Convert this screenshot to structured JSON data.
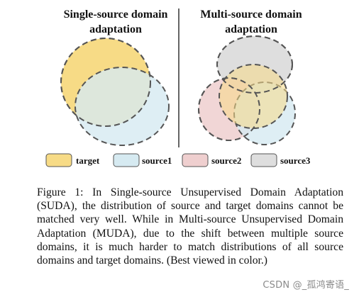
{
  "figure": {
    "single_title": "Single-source domain adaptation",
    "multi_title": "Multi-source domain adaptation",
    "legend": [
      {
        "label": "target",
        "color": "#f7db86"
      },
      {
        "label": "source1",
        "color": "#d6eaf1"
      },
      {
        "label": "source2",
        "color": "#efcfcf"
      },
      {
        "label": "source3",
        "color": "#dedede"
      }
    ]
  },
  "caption": "Figure 1: In Single-source Unsupervised Domain Adapta­tion (SUDA), the distribution of source and target domains cannot be matched very well. While in Multi-source Unsu­pervised Domain Adaptation (MUDA), due to the shift be­tween multiple source domains, it is much harder to match distributions of all source domains and target domains. (Best viewed in color.)",
  "watermark": "CSDN @_孤鸿寄语_"
}
